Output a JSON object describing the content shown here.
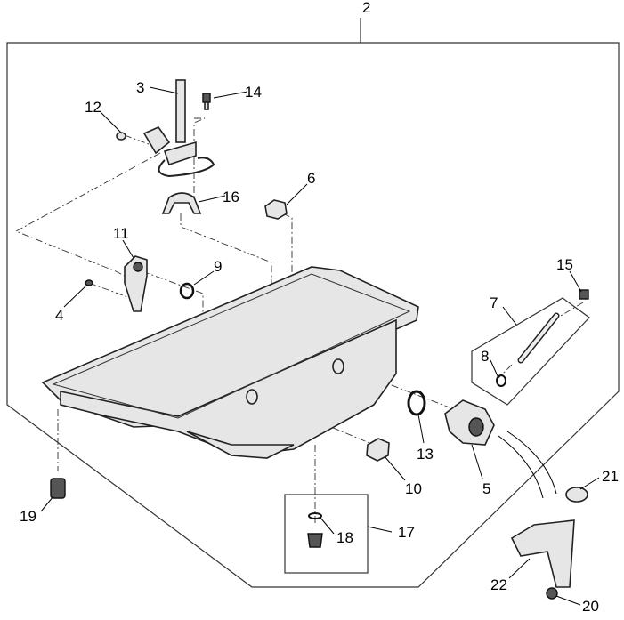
{
  "diagram": {
    "callouts": {
      "c2": "2",
      "c3": "3",
      "c4": "4",
      "c5": "5",
      "c6": "6",
      "c7": "7",
      "c8": "8",
      "c9": "9",
      "c10": "10",
      "c11": "11",
      "c12": "12",
      "c13": "13",
      "c14": "14",
      "c15": "15",
      "c16": "16",
      "c17": "17",
      "c18": "18",
      "c19": "19",
      "c20": "20",
      "c21": "21",
      "c22": "22"
    }
  }
}
